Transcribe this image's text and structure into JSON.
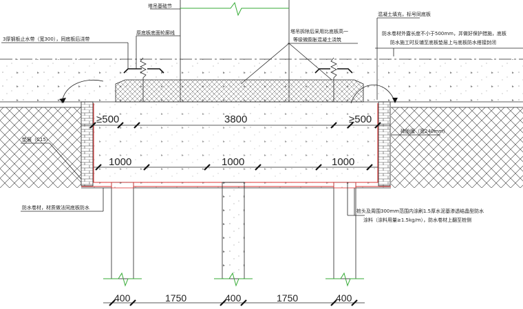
{
  "labels": {
    "tower_crane_section": "塔吊基础节",
    "bottom_slab_outline": "原底板底面轮廓线",
    "crane_removal_note_1": "塔吊拆除后采用比底板高一",
    "crane_removal_note_2": "等级微膨胀混凝土浇筑",
    "concrete_fill": "混凝土填充，标号同底板",
    "waterproof_exposed_1": "防水卷材外露长度不小于500mm，并做好保护措施，底板",
    "waterproof_exposed_2": "防水施工时反铺至底板垫层上与底板防水搭接封闭",
    "steel_waterstop": "3厚钢板止水带（宽300），同底板后浇带",
    "cushion": "垫层（C15）",
    "brick_tire_mold": "砖胎膜（宽240mm）",
    "waterproof_roll": "防水卷材，材质做法同底板防水",
    "pile_head_note_1": "桩头及周围300mm范围内涂刷1.5厚水泥基渗透结晶型防水",
    "pile_head_note_2": "涂料（涂料用量≥1.5kg/m），防水卷材上翻至桩侧"
  },
  "dimensions": {
    "left_500": "≥500",
    "span_3800": "3800",
    "right_500": "≥500",
    "left_1000": "1000",
    "mid_1000": "1000",
    "right_1000": "1000",
    "pile_left_400": "400",
    "gap_left_1750": "1750",
    "pile_mid_400": "400",
    "gap_right_1750": "1750",
    "pile_right_400": "400"
  },
  "colors": {
    "line": "#222222",
    "waterproof": "#d33333",
    "break_mark": "#33aa33"
  }
}
